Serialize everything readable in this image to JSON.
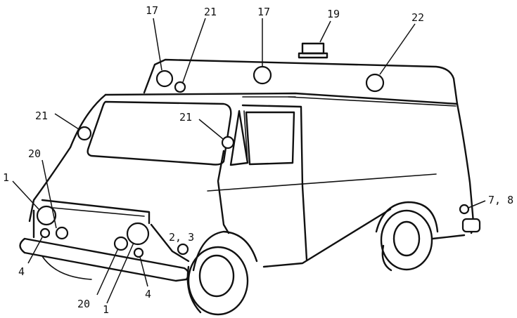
{
  "labels": {
    "l17a": "17",
    "l21top": "21",
    "l17b": "17",
    "l19": "19",
    "l22": "22",
    "l21left": "21",
    "l21mid": "21",
    "l20upper": "20",
    "l1upper": "1",
    "l23": "2, 3",
    "l78": "7, 8",
    "l4left": "4",
    "l20lower": "20",
    "l1lower": "1",
    "l4right": "4"
  },
  "colors": {
    "line": "#111111",
    "background": "#ffffff"
  }
}
